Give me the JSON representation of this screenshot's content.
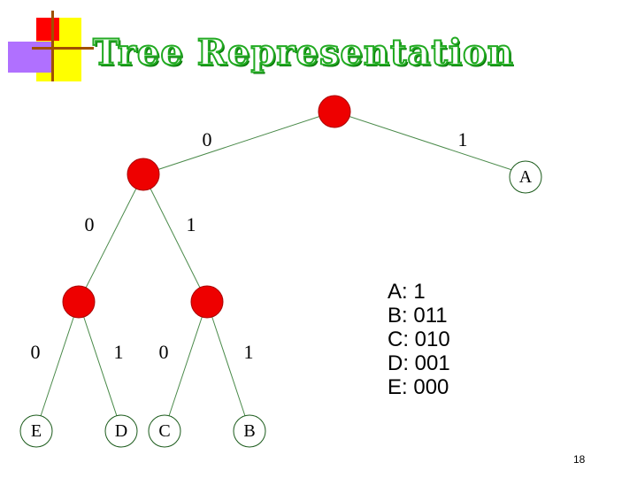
{
  "slide": {
    "title": "Tree Representation",
    "page_number": "18"
  },
  "tree": {
    "edge_labels": {
      "root_left": "0",
      "root_right": "1",
      "n1_left": "0",
      "n1_right": "1",
      "n2_left": "0",
      "n2_right": "1",
      "n3_left": "0",
      "n3_right": "1"
    },
    "leaves": {
      "a": "A",
      "b": "B",
      "c": "C",
      "d": "D",
      "e": "E"
    }
  },
  "codes": [
    "A: 1",
    "B: 011",
    "C: 010",
    "D: 001",
    "E: 000"
  ],
  "colors": {
    "internal_node": "#ee0000",
    "edge": "#4a8a4a",
    "title_fill": "#ffffff",
    "title_outline": "#22aa22"
  }
}
